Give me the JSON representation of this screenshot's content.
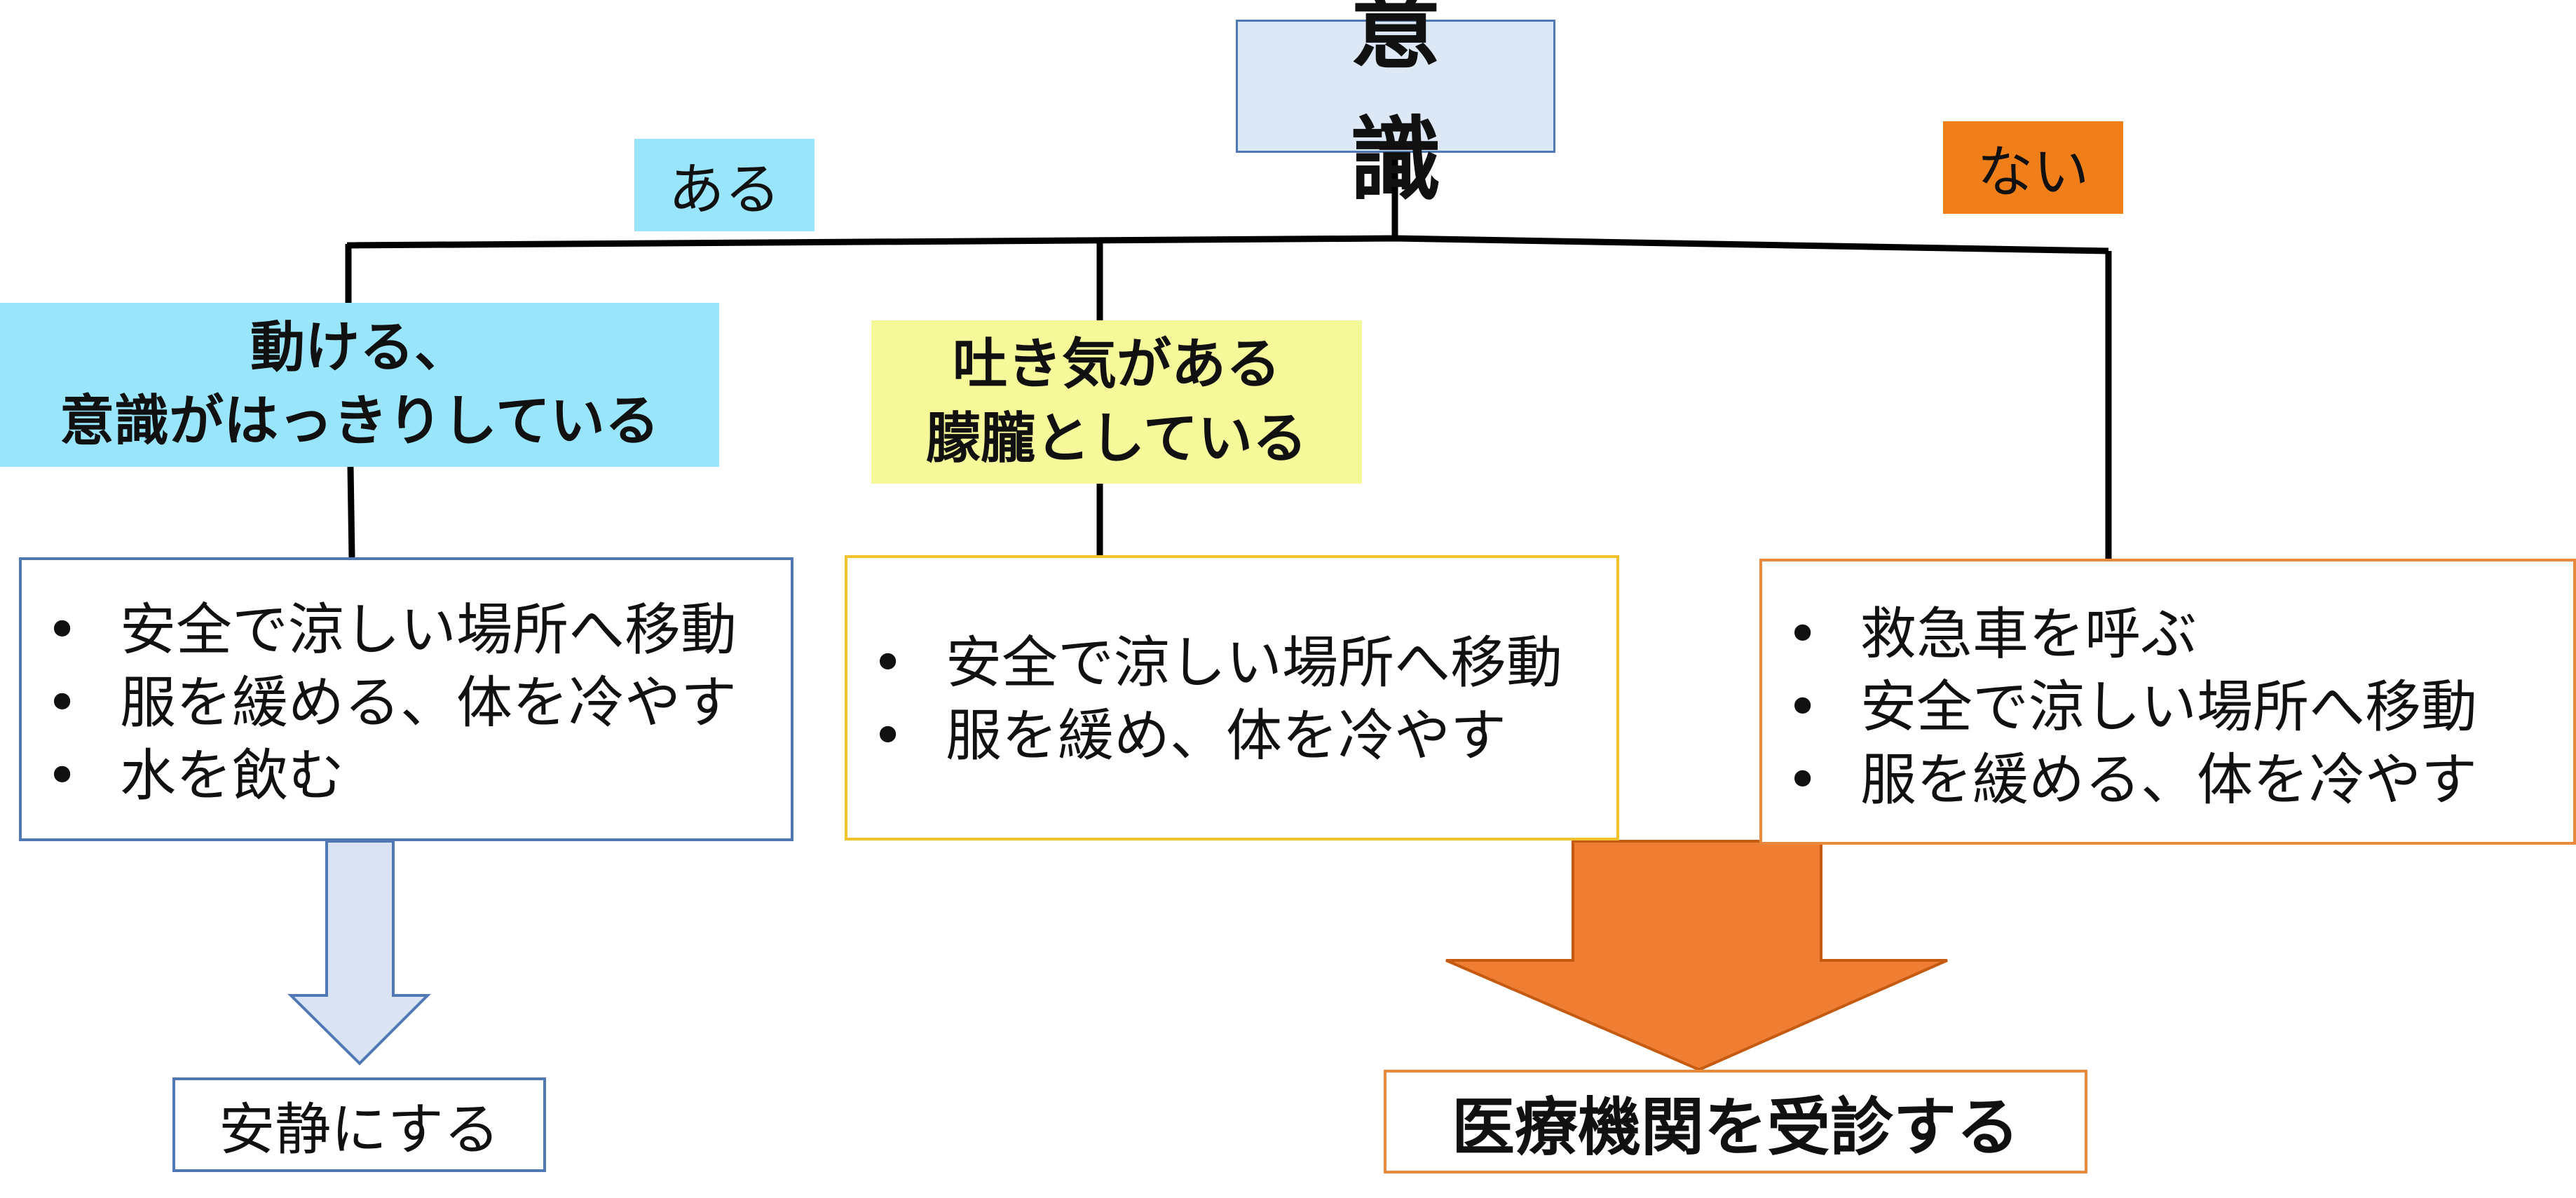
{
  "diagram": {
    "title": "意識",
    "branches": {
      "aru": {
        "label": "ある"
      },
      "nai": {
        "label": "ない"
      }
    },
    "categories": [
      {
        "line1": "動ける、",
        "line2": "意識がはっきりしている"
      },
      {
        "line1": "吐き気がある",
        "line2": "朦朧としている"
      }
    ],
    "action_boxes": [
      {
        "items": [
          "安全で涼しい場所へ移動",
          "服を緩める、体を冷やす",
          "水を飲む"
        ]
      },
      {
        "items": [
          "安全で涼しい場所へ移動",
          "服を緩め、体を冷やす"
        ]
      },
      {
        "items": [
          "救急車を呼ぶ",
          "安全で涼しい場所へ移動",
          "服を緩める、体を冷やす"
        ]
      }
    ],
    "outcomes": [
      {
        "label": "安静にする"
      },
      {
        "label": "医療機関を受診する"
      }
    ]
  },
  "colors": {
    "title_fill": "#dce8f6",
    "blue_border": "#4f78b4",
    "cyan_fill": "#99e5fb",
    "yellow_fill": "#f5f99a",
    "yellow_border": "#f2c22c",
    "orange_fill": "#f07f1a",
    "orange_border": "#e9893c",
    "arrow_blue_fill": "#dae3f3",
    "arrow_orange_fill": "#ef7d32",
    "line": "#000000"
  }
}
